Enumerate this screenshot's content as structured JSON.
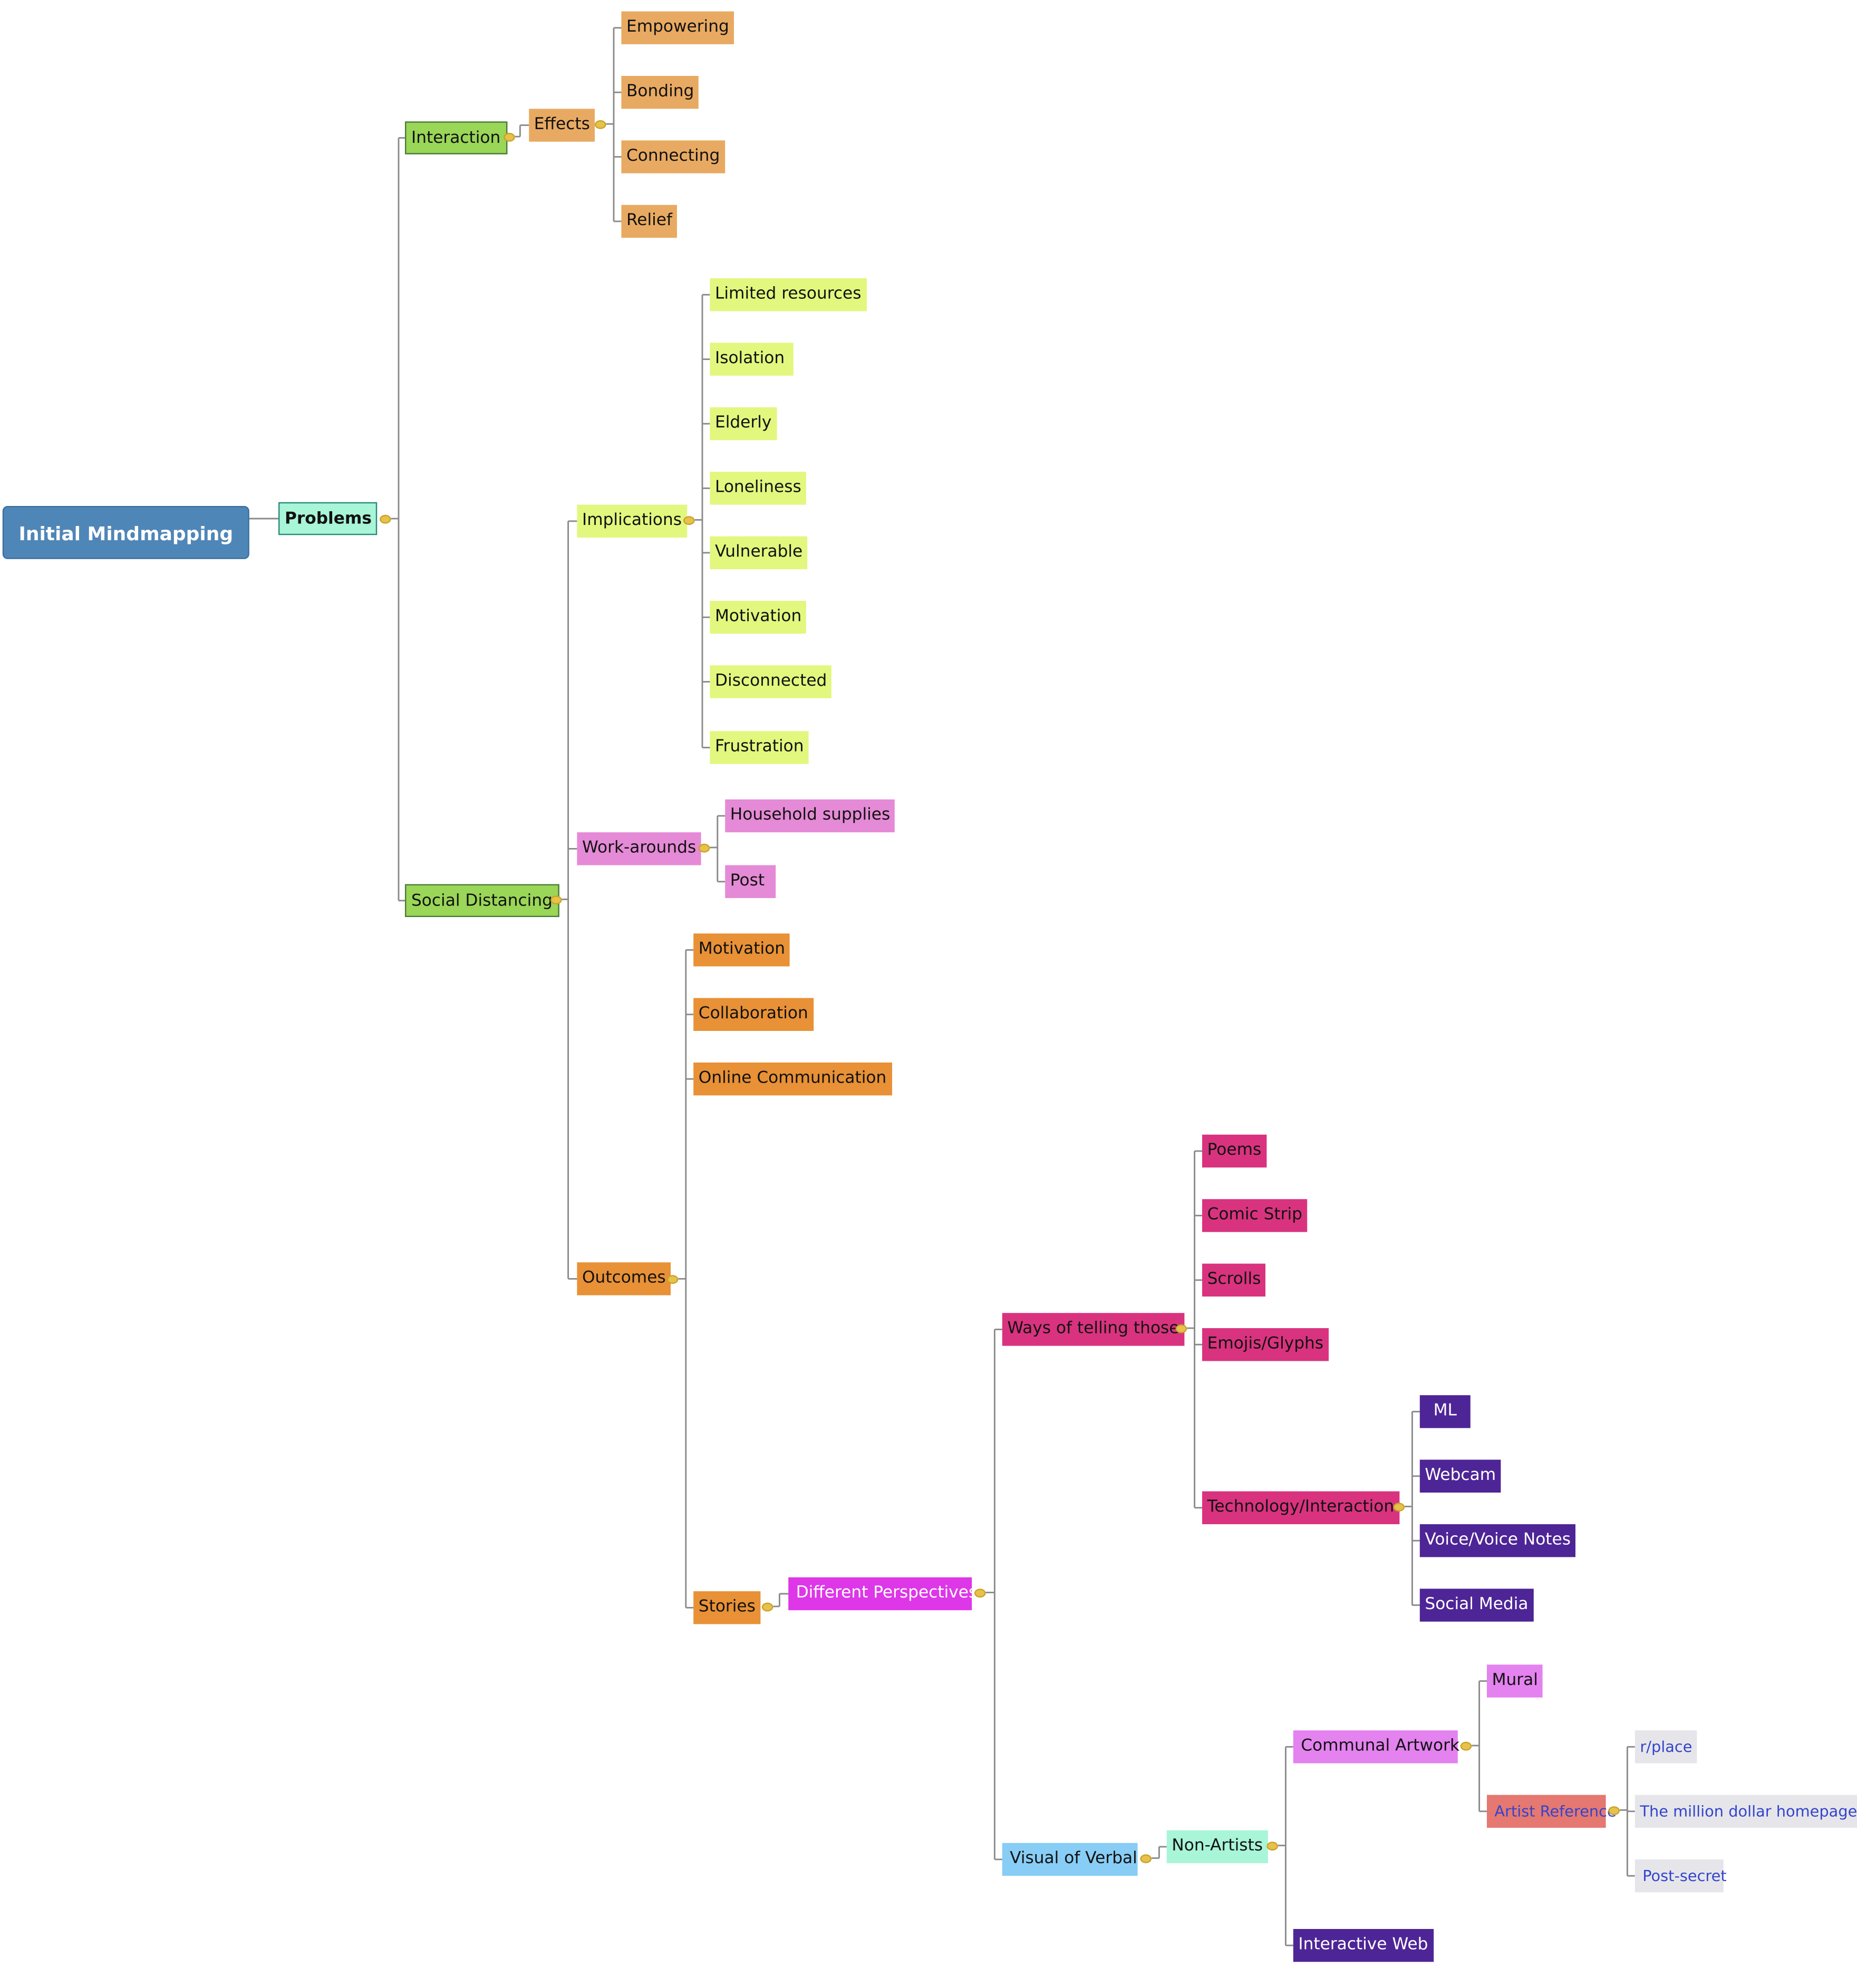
{
  "colors": {
    "root": "#4f86b8",
    "problems": "#a8f5d8",
    "green": "#9ad657",
    "effects": "#e8aa62",
    "implications": "#e2f77e",
    "workarounds": "#e58ad6",
    "outcomes": "#e89136",
    "different": "#dd37e8",
    "ways": "#d9337f",
    "tech_children": "#4e2596",
    "visual": "#88cdf5",
    "non_artists": "#a8f5d8",
    "communal": "#e482f0",
    "artist_ref": "#e57870",
    "refs": "#e6e6ea",
    "link_text": "#3344cc",
    "edge": "#8a8a8a"
  },
  "nodes": {
    "root": "Initial Mindmapping",
    "problems": "Problems",
    "interaction": "Interaction",
    "effects": "Effects",
    "empowering": "Empowering",
    "bonding": "Bonding",
    "connecting": "Connecting",
    "relief": "Relief",
    "social_distancing": "Social Distancing",
    "implications": "Implications",
    "limited_resources": "Limited resources",
    "isolation": "Isolation",
    "elderly": "Elderly",
    "loneliness": "Loneliness",
    "vulnerable": "Vulnerable",
    "motivation_impl": "Motivation",
    "disconnected": "Disconnected",
    "frustration": "Frustration",
    "workarounds": "Work-arounds",
    "household_supplies": "Household supplies",
    "post": "Post",
    "outcomes": "Outcomes",
    "motivation_out": "Motivation",
    "collaboration": "Collaboration",
    "online_communication": "Online Communication",
    "stories": "Stories",
    "different_perspectives": "Different Perspectives",
    "ways_of_telling": "Ways of telling those",
    "poems": "Poems",
    "comic_strip": "Comic Strip",
    "scrolls": "Scrolls",
    "emojis": "Emojis/Glyphs",
    "technology": "Technology/Interaction",
    "ml": "ML",
    "webcam": "Webcam",
    "voice_notes": "Voice/Voice Notes",
    "social_media": "Social Media",
    "visual_verbal": "Visual of Verbal",
    "non_artists": "Non-Artists",
    "communal_artwork": "Communal Artwork",
    "mural": "Mural",
    "artist_reference": "Artist Reference",
    "rplace": "r/place",
    "million_dollar": "The million dollar homepage",
    "post_secret": "Post-secret",
    "interactive_web": "Interactive Web"
  }
}
